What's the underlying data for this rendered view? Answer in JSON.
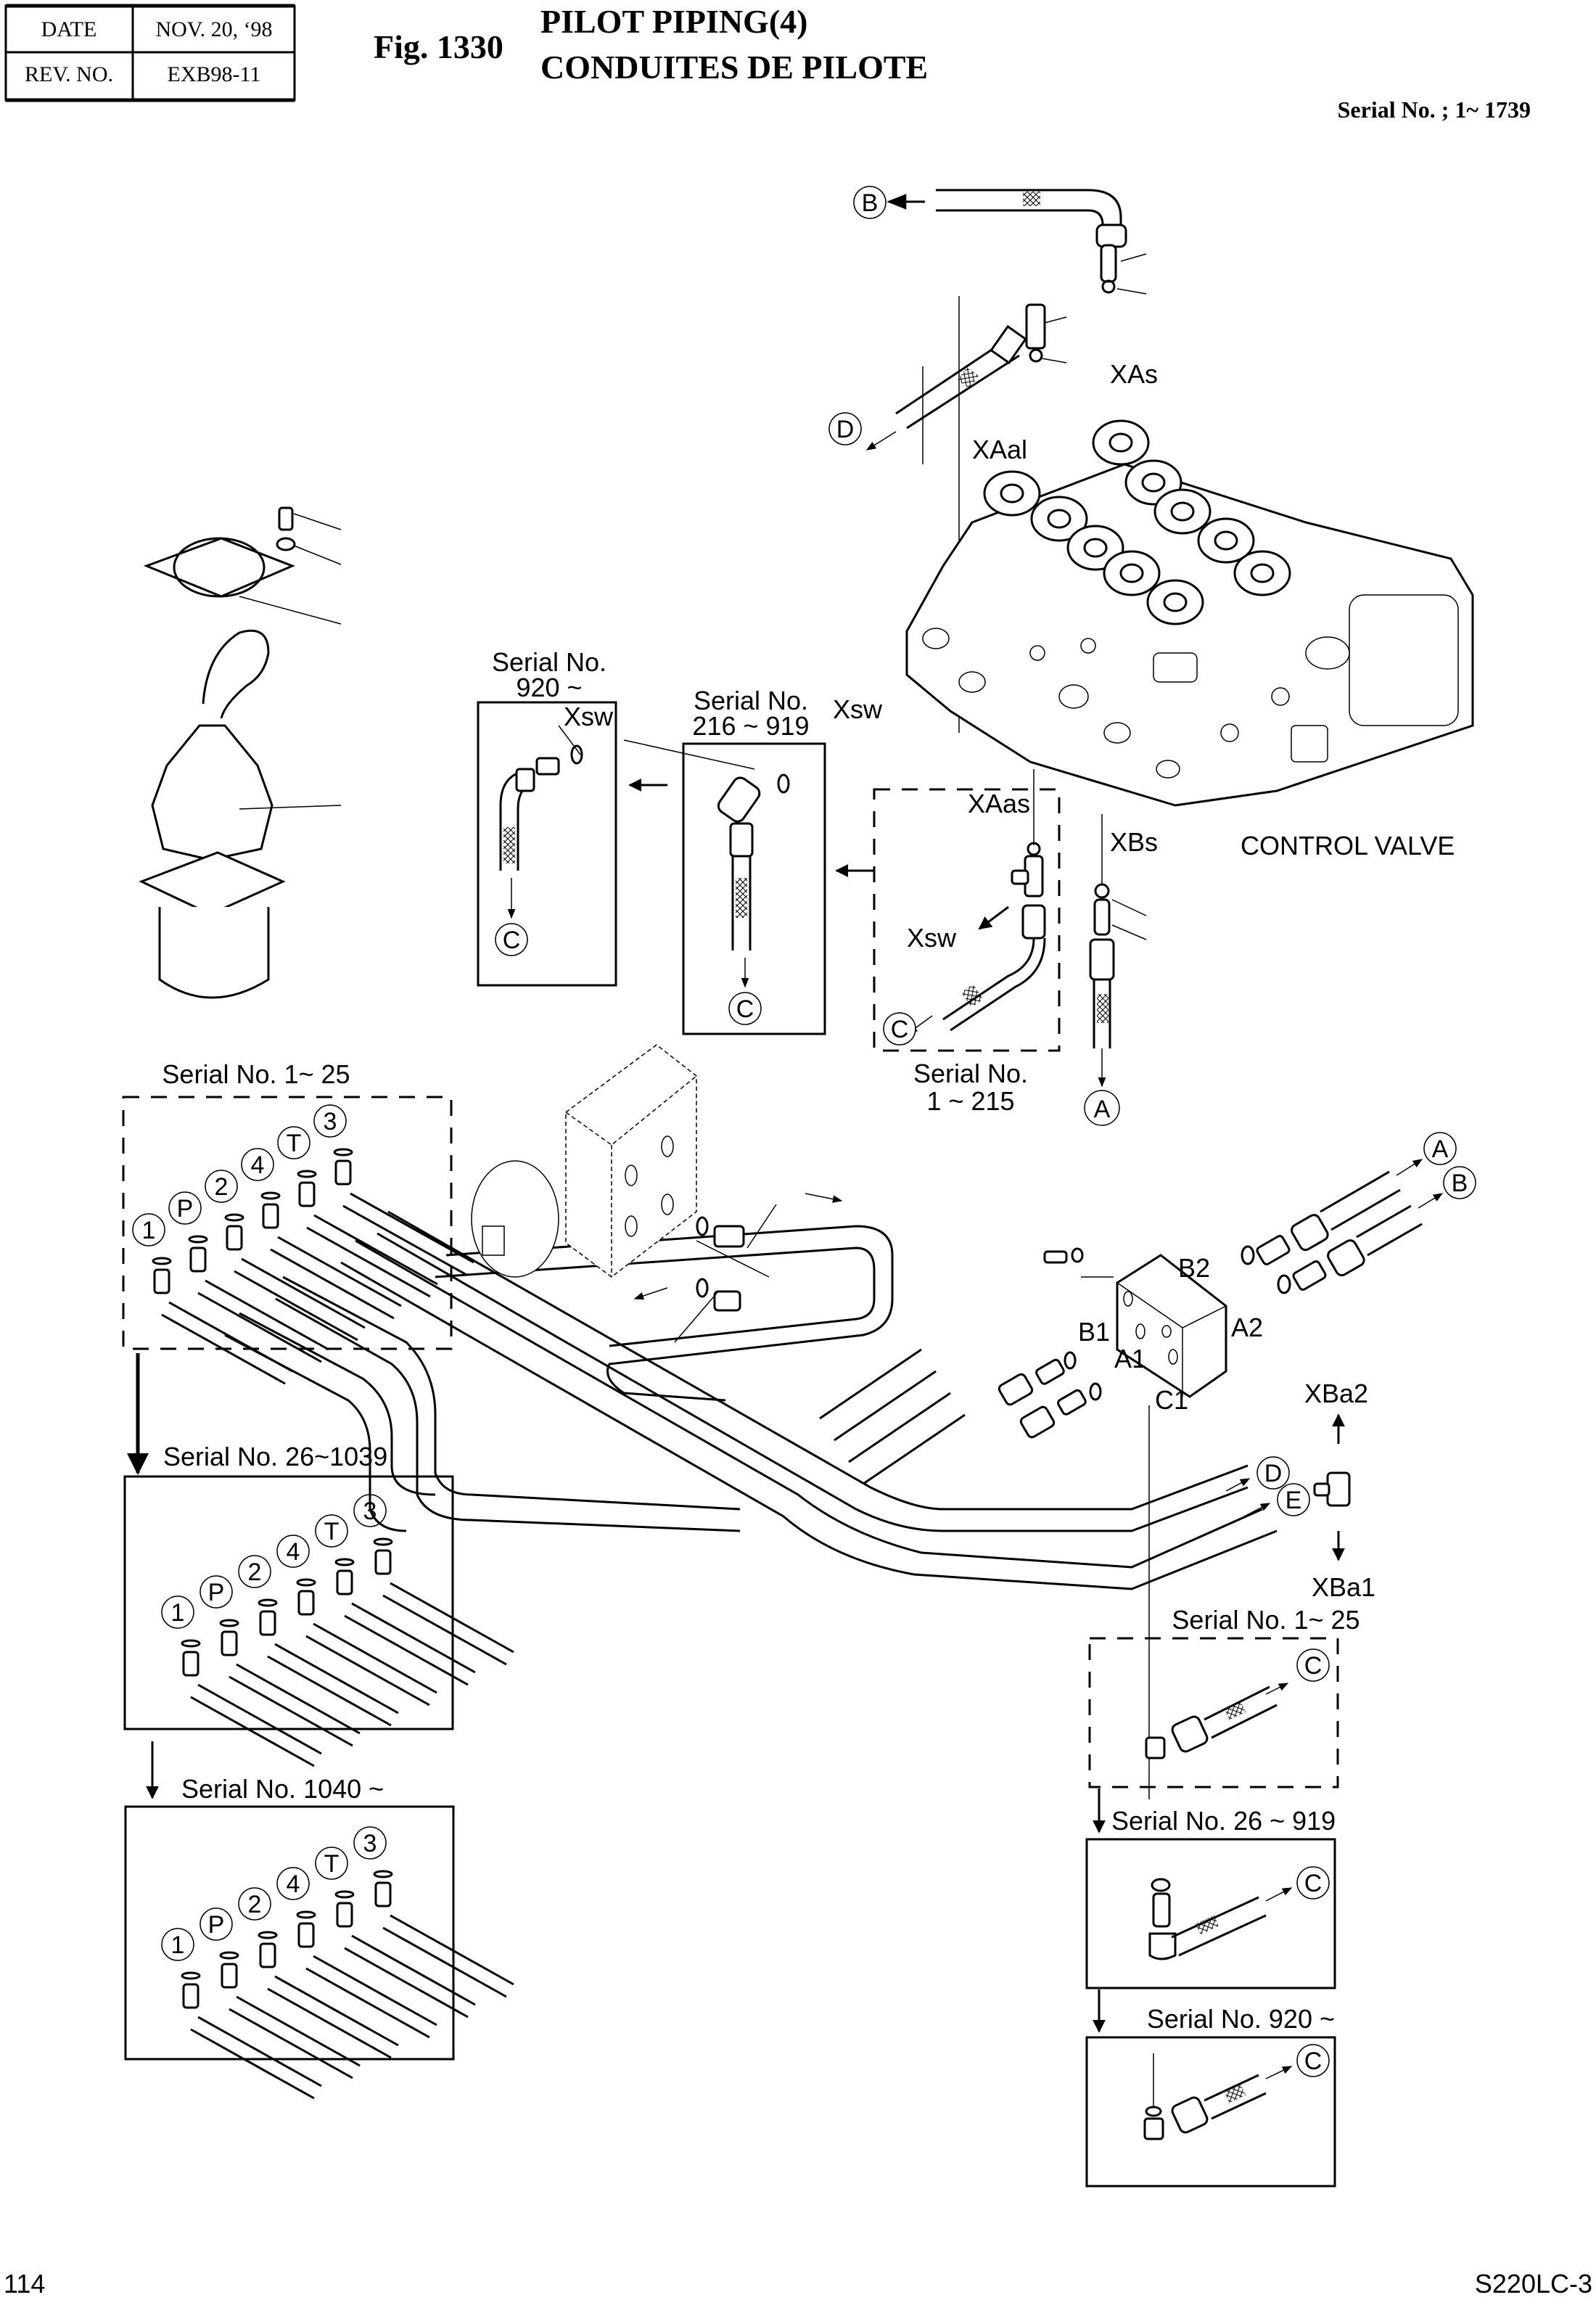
{
  "header": {
    "date_label": "DATE",
    "date_value": "NOV. 20, ‘98",
    "rev_label": "REV. NO.",
    "rev_value": "EXB98-11",
    "fig_number": "Fig. 1330",
    "title_en": "PILOT PIPING(4)",
    "title_fr": "CONDUITES DE PILOTE",
    "serial_range": "Serial No. ; 1~ 1739"
  },
  "control_valve": {
    "name": "CONTROL VALVE",
    "ports": {
      "xas": "XAs",
      "xaal": "XAal",
      "xsw": "Xsw",
      "xaas": "XAas",
      "xbs": "XBs"
    }
  },
  "variants": {
    "serial_920_plus": {
      "line1": "Serial No.",
      "line2": "920 ~",
      "port": "Xsw",
      "ref": "C"
    },
    "serial_216_919": {
      "line1": "Serial No.",
      "line2": "216 ~ 919",
      "ref": "C"
    },
    "serial_1_215": {
      "line1": "Serial No.",
      "line2": "1 ~ 215",
      "port": "Xsw",
      "ref": "C"
    }
  },
  "joystick_variants": [
    {
      "label": "Serial No. 1~ 25",
      "style": "dashed",
      "ports": [
        "1",
        "P",
        "2",
        "4",
        "T",
        "3"
      ]
    },
    {
      "label": "Serial No. 26~1039",
      "style": "solid",
      "ports": [
        "1",
        "P",
        "2",
        "4",
        "T",
        "3"
      ]
    },
    {
      "label": "Serial No. 1040 ~",
      "style": "solid",
      "ports": [
        "1",
        "P",
        "2",
        "4",
        "T",
        "3"
      ]
    }
  ],
  "shuttle_block": {
    "ports": {
      "b2": "B2",
      "b1": "B1",
      "a1": "A1",
      "a2": "A2",
      "c1": "C1"
    },
    "outlets": [
      "A",
      "B"
    ]
  },
  "tee": {
    "upper": "XBa2",
    "lower": "XBa1"
  },
  "line_refs": {
    "a": "A",
    "b": "B",
    "c": "C",
    "d": "D",
    "e": "E"
  },
  "lower_right_variants": [
    {
      "label": "Serial No. 1~ 25",
      "style": "dashed",
      "ref": "C"
    },
    {
      "label": "Serial No. 26 ~ 919",
      "style": "solid",
      "ref": "C"
    },
    {
      "label": "Serial No. 920 ~",
      "style": "solid",
      "ref": "C"
    }
  ],
  "footer": {
    "page_number": "114",
    "model": "S220LC-3"
  }
}
